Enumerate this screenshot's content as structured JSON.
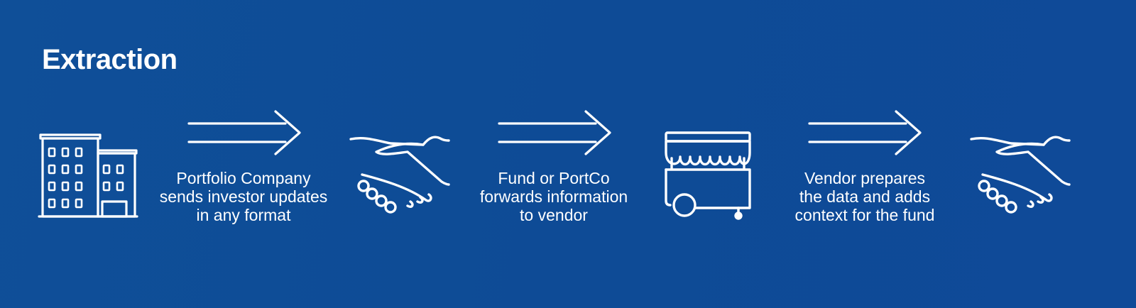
{
  "title": "Extraction",
  "colors": {
    "background": "#0f4d97",
    "foreground": "#ffffff"
  },
  "steps": [
    {
      "icon": "office-building-icon"
    },
    {
      "icon": "handshake-icon"
    },
    {
      "icon": "market-stall-cart-icon"
    },
    {
      "icon": "handshake-icon"
    }
  ],
  "transitions": [
    {
      "icon": "double-line-arrow-right-icon",
      "caption": "Portfolio Company\nsends investor updates\nin any format"
    },
    {
      "icon": "double-line-arrow-right-icon",
      "caption": "Fund or PortCo\nforwards information\nto vendor"
    },
    {
      "icon": "double-line-arrow-right-icon",
      "caption": "Vendor prepares\nthe data and adds\ncontext for the fund"
    }
  ]
}
